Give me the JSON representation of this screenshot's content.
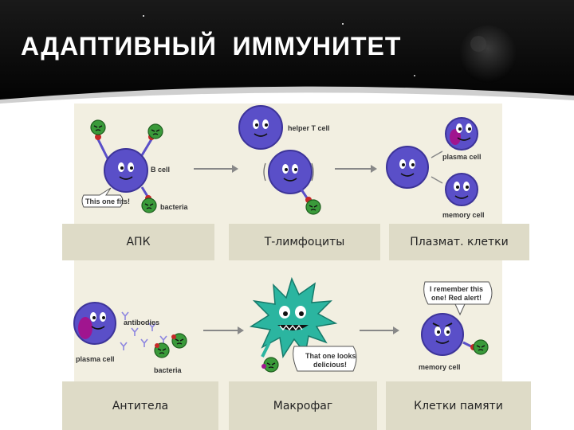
{
  "title": "АДАПТИВНЫЙ  ИММУНИТЕТ",
  "colors": {
    "cell": "#5a4fc8",
    "bacteria": "#3a9a3a",
    "macrophage": "#2bb5a0",
    "panel": "#f2efe1",
    "label_bg": "#dedbc7"
  },
  "row1": {
    "b_cell": "B cell",
    "bacteria": "bacteria",
    "bubble": "This one fits!",
    "helper": "helper T cell",
    "plasma": "plasma cell",
    "memory": "memory cell"
  },
  "labels_top": [
    "АПК",
    "Т-лимфоциты",
    "Плазмат. клетки"
  ],
  "row2": {
    "antibodies": "antibodies",
    "plasma": "plasma cell",
    "bacteria": "bacteria",
    "macro_bubble_1": "That one looks",
    "macro_bubble_2": "delicious!",
    "mem_bubble_1": "I remember this",
    "mem_bubble_2": "one! Red alert!",
    "memory": "memory cell"
  },
  "labels_bottom": [
    "Антитела",
    "Макрофаг",
    "Клетки памяти"
  ]
}
